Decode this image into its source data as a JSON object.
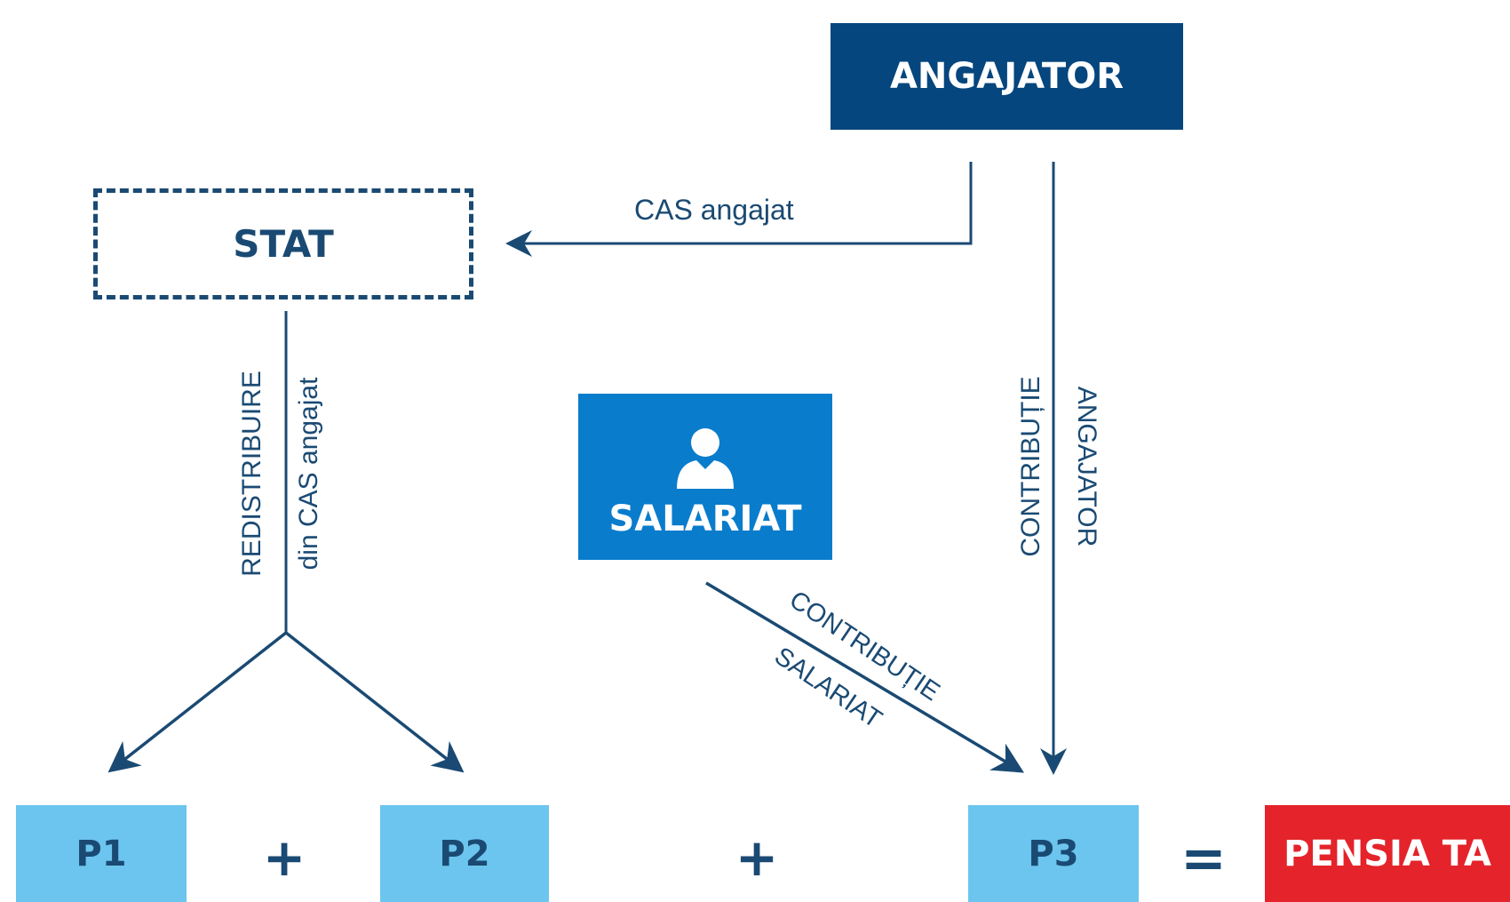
{
  "nodes": {
    "angajator": "ANGAJATOR",
    "stat": "STAT",
    "salariat": "SALARIAT",
    "p1": "P1",
    "p2": "P2",
    "p3": "P3",
    "pensia": "PENSIA TA"
  },
  "operators": {
    "plus1": "+",
    "plus2": "+",
    "equals": "="
  },
  "labels": {
    "cas_angajat": "CAS angajat",
    "redistribuire": "REDISTRIBUIRE",
    "din_cas_angajat": "din CAS angajat",
    "contributie_angajator_1": "CONTRIBUȚIE",
    "contributie_angajator_2": "ANGAJATOR",
    "contributie_salariat_1": "CONTRIBUȚIE",
    "contributie_salariat_2": "SALARIAT"
  },
  "icons": {
    "salariat_icon": "person-icon"
  },
  "colors": {
    "dark_blue": "#06467e",
    "text_blue": "#1a4a73",
    "mid_blue": "#0a7ccc",
    "light_blue": "#6cc5ee",
    "red": "#e4232a"
  }
}
